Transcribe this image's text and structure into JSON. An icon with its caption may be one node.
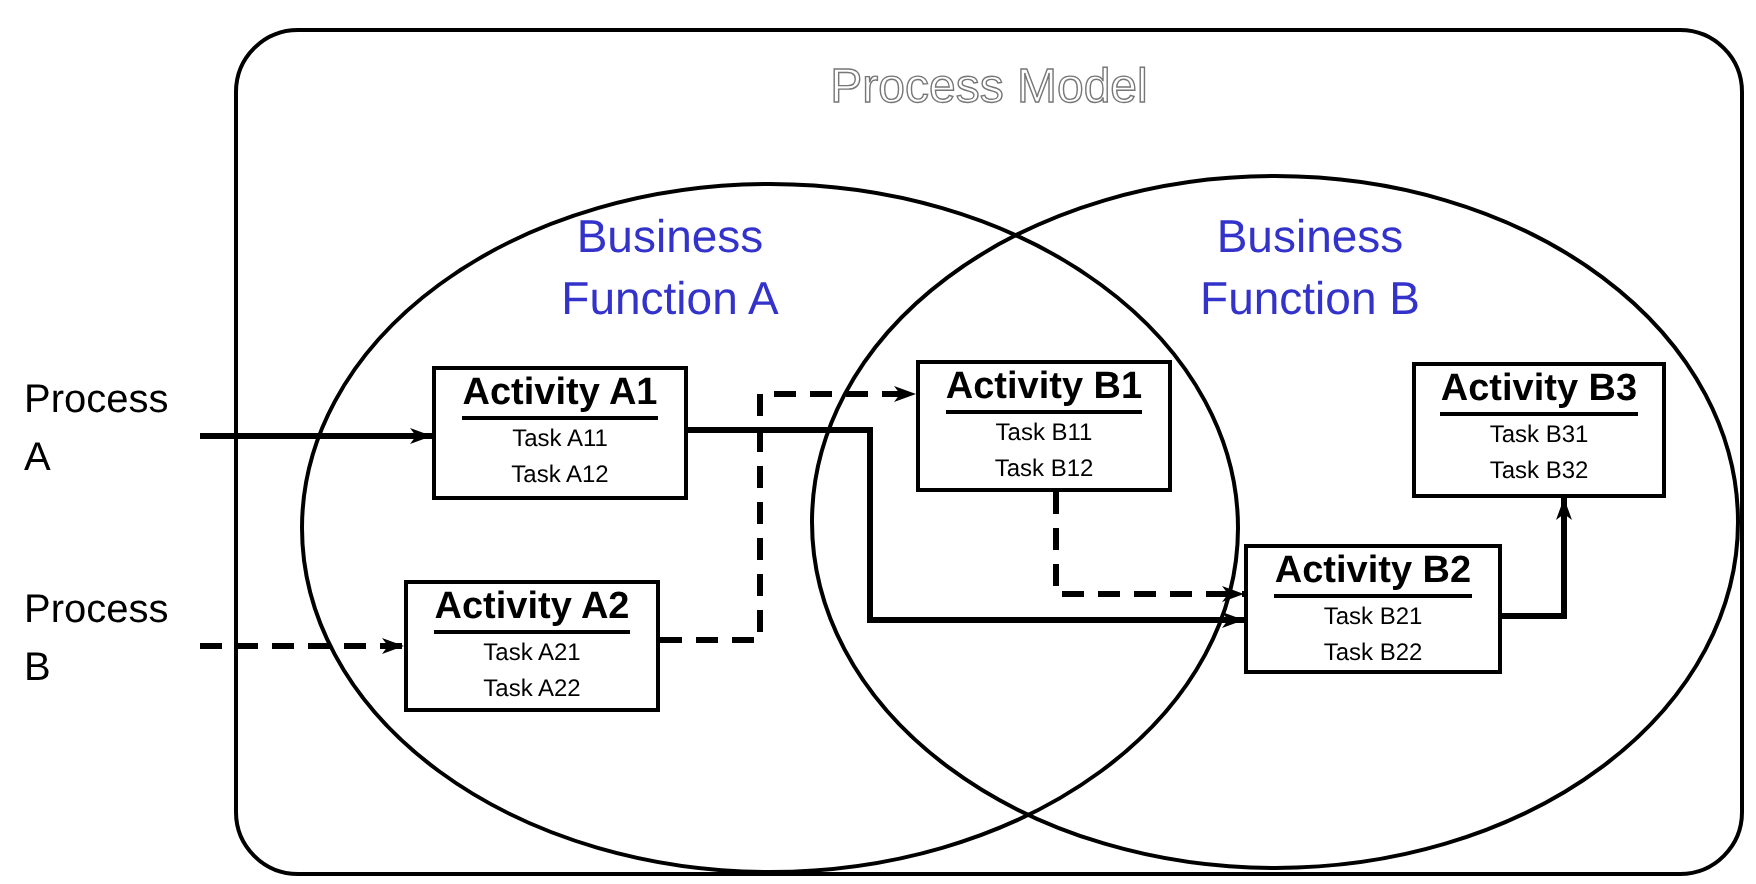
{
  "diagram": {
    "nodes": [
      {
        "text": [
          "Process Model"
        ]
      },
      {
        "text": [
          "Business Function A"
        ],
        "in": 0
      },
      {
        "text": [
          "Business Function B"
        ],
        "in": 0
      },
      {
        "text": [
          "Process A"
        ]
      },
      {
        "text": [
          "Process B"
        ]
      },
      {
        "text": [
          "Activity A1",
          "Task A11",
          "Task A12"
        ],
        "in": 1
      },
      {
        "text": [
          "Activity A2",
          "Task A21",
          "Task A22"
        ],
        "in": 1
      },
      {
        "text": [
          "Activity B1",
          "Task B11",
          "Task B12"
        ]
      },
      {
        "text": [
          "Activity B2",
          "Task B21",
          "Task B22"
        ],
        "in": 2
      },
      {
        "text": [
          "Activity B3",
          "Task B31",
          "Task B32"
        ],
        "in": 2
      }
    ],
    "edges": [
      {
        "from": 3,
        "to": 5,
        "arrow": "to"
      },
      {
        "from": 4,
        "to": 6,
        "arrow": "to",
        "style": "dashed"
      },
      {
        "from": 5,
        "to": 8,
        "arrow": "to"
      },
      {
        "from": 6,
        "to": 7,
        "arrow": "to",
        "style": "dashed"
      },
      {
        "from": 7,
        "to": 8,
        "arrow": "to",
        "style": "dashed"
      },
      {
        "from": 8,
        "to": 9,
        "arrow": "to"
      }
    ]
  }
}
